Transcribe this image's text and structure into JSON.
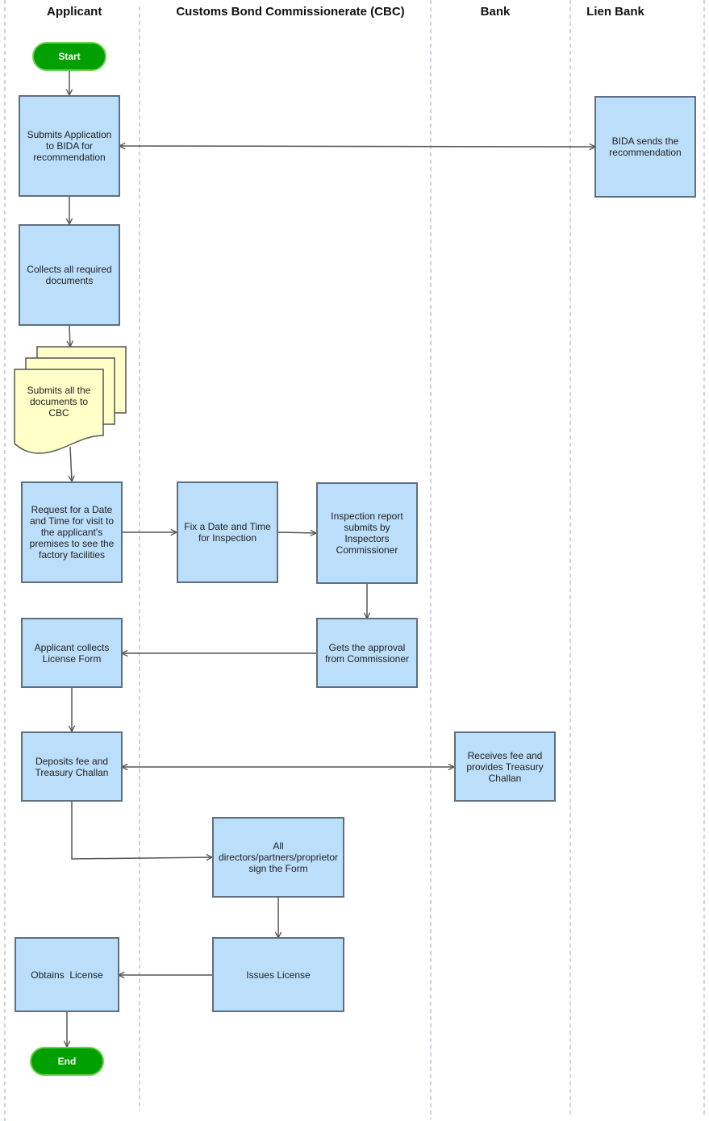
{
  "diagram": {
    "lanes": [
      {
        "id": "applicant",
        "title": "Applicant"
      },
      {
        "id": "cbc",
        "title": "Customs Bond Commissionerate (CBC)"
      },
      {
        "id": "bank",
        "title": "Bank"
      },
      {
        "id": "lien",
        "title": "Lien Bank"
      }
    ],
    "nodes": {
      "start": "Start",
      "submit_bida": "Submits Application to BIDA for recommendation",
      "bida_recommend": "BIDA sends the recommendation",
      "collect_docs": "Collects all required documents",
      "submit_docs": "Submits all the documents to CBC",
      "request_visit": "Request for a Date and Time for visit to the applicant's premises to see the factory facilities",
      "fix_date": "Fix a Date and Time for Inspection",
      "inspection_report": "Inspection report submits by Inspectors Commissioner",
      "get_approval": "Gets the approval from Commissioner",
      "collect_form": "Applicant collects License Form",
      "deposit_fee": "Deposits fee and Treasury Challan",
      "receive_fee": "Receives fee and provides Treasury Challan",
      "sign_form": "All directors/partners/proprietor sign the Form",
      "issue_license": "Issues License",
      "obtain_license": "Obtains  License",
      "end": "End"
    }
  }
}
